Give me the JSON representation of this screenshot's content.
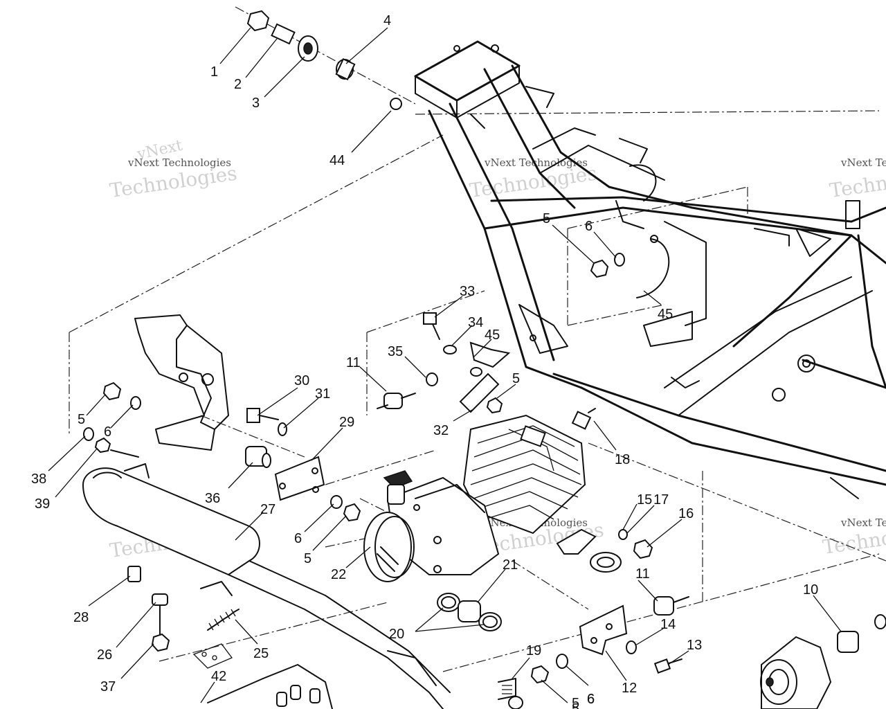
{
  "watermark": {
    "line1": "vNext Technologies",
    "line2": "Technologies",
    "line3": "vNext"
  },
  "callouts": [
    {
      "id": "c1",
      "text": "1"
    },
    {
      "id": "c2",
      "text": "2"
    },
    {
      "id": "c3",
      "text": "3"
    },
    {
      "id": "c4",
      "text": "4"
    },
    {
      "id": "c44",
      "text": "44"
    },
    {
      "id": "c5a",
      "text": "5"
    },
    {
      "id": "c6a",
      "text": "6"
    },
    {
      "id": "c45a",
      "text": "45"
    },
    {
      "id": "c33",
      "text": "33"
    },
    {
      "id": "c34",
      "text": "34"
    },
    {
      "id": "c45b",
      "text": "45"
    },
    {
      "id": "c35",
      "text": "35"
    },
    {
      "id": "c11a",
      "text": "11"
    },
    {
      "id": "c5b",
      "text": "5"
    },
    {
      "id": "c32",
      "text": "32"
    },
    {
      "id": "c30",
      "text": "30"
    },
    {
      "id": "c31",
      "text": "31"
    },
    {
      "id": "c29",
      "text": "29"
    },
    {
      "id": "c36",
      "text": "36"
    },
    {
      "id": "c5c",
      "text": "5"
    },
    {
      "id": "c6b",
      "text": "6"
    },
    {
      "id": "c38",
      "text": "38"
    },
    {
      "id": "c39",
      "text": "39"
    },
    {
      "id": "c27",
      "text": "27"
    },
    {
      "id": "c6c",
      "text": "6"
    },
    {
      "id": "c5d",
      "text": "5"
    },
    {
      "id": "c22",
      "text": "22"
    },
    {
      "id": "c18",
      "text": "18"
    },
    {
      "id": "c15",
      "text": "15"
    },
    {
      "id": "c17",
      "text": "17"
    },
    {
      "id": "c16",
      "text": "16"
    },
    {
      "id": "c21",
      "text": "21"
    },
    {
      "id": "c11b",
      "text": "11"
    },
    {
      "id": "c6d",
      "text": "6"
    },
    {
      "id": "c5e",
      "text": "5"
    },
    {
      "id": "c28",
      "text": "28"
    },
    {
      "id": "c26",
      "text": "26"
    },
    {
      "id": "c25",
      "text": "25"
    },
    {
      "id": "c37",
      "text": "37"
    },
    {
      "id": "c20",
      "text": "20"
    },
    {
      "id": "c10",
      "text": "10"
    },
    {
      "id": "c14",
      "text": "14"
    },
    {
      "id": "c13",
      "text": "13"
    },
    {
      "id": "c12",
      "text": "12"
    },
    {
      "id": "c19",
      "text": "19"
    },
    {
      "id": "c6e",
      "text": "6"
    },
    {
      "id": "c5f",
      "text": "5"
    },
    {
      "id": "c42",
      "text": "42"
    }
  ]
}
